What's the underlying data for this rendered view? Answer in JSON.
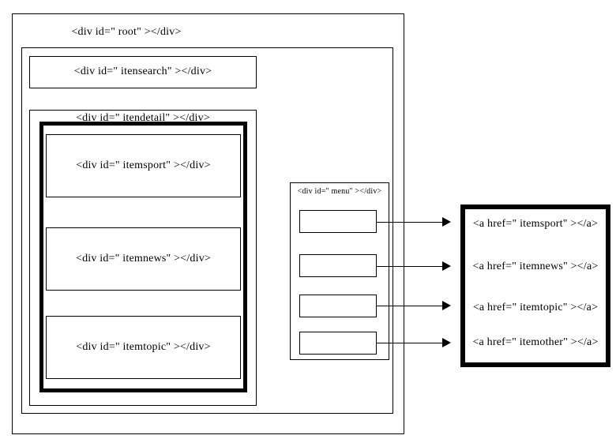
{
  "diagram": {
    "type": "dom-structure-diagram",
    "outer": {
      "root_label": "<div id=\" root\" ></div>"
    },
    "content_column": {
      "search": {
        "label": "<div id=\" itensearch\" ></div>"
      },
      "detail": {
        "label": "<div id=\" itendetail\" ></div>",
        "items": [
          {
            "label": "<div id=\" itemsport\" ></div>"
          },
          {
            "label": "<div id=\" itemnews\" ></div>"
          },
          {
            "label": "<div id=\" itemtopic\" ></div>"
          }
        ]
      }
    },
    "menu_panel": {
      "label": "<div id=\" menu\" ></div>",
      "items": [
        {
          "label": ""
        },
        {
          "label": ""
        },
        {
          "label": ""
        },
        {
          "label": ""
        }
      ]
    },
    "links_panel": {
      "links": [
        {
          "label": "<a href=\" itemsport\" ></a>"
        },
        {
          "label": "<a href=\" itemnews\" ></a>"
        },
        {
          "label": "<a href=\" itemtopic\" ></a>"
        },
        {
          "label": "<a href=\" itemother\" ></a>"
        }
      ]
    },
    "connectors": [
      {
        "from": "menu-item-1",
        "to": "link-sport"
      },
      {
        "from": "menu-item-2",
        "to": "link-news"
      },
      {
        "from": "menu-item-3",
        "to": "link-topic"
      },
      {
        "from": "menu-item-4",
        "to": "link-other"
      }
    ],
    "colors": {
      "stroke": "#000000",
      "background": "#ffffff"
    }
  }
}
